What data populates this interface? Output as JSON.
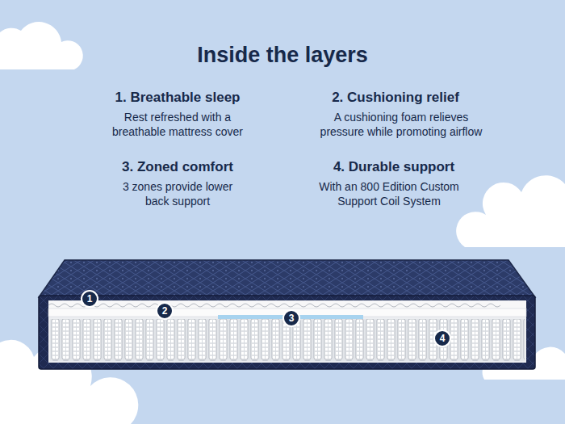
{
  "diagram": {
    "title": "Inside the layers",
    "nodes": [
      {
        "text": [
          "1"
        ]
      },
      {
        "text": [
          "2"
        ]
      },
      {
        "text": [
          "3"
        ]
      },
      {
        "text": [
          "4"
        ]
      }
    ],
    "labels": [
      "1. Breathable sleep",
      "Rest refreshed with a breathable mattress cover",
      "2. Cushioning relief",
      "A cushioning foam relieves pressure while promoting airflow",
      "3. Zoned comfort",
      "3 zones provide lower back support",
      "4. Durable support",
      "With an 800 Edition Custom Support Coil System"
    ]
  }
}
